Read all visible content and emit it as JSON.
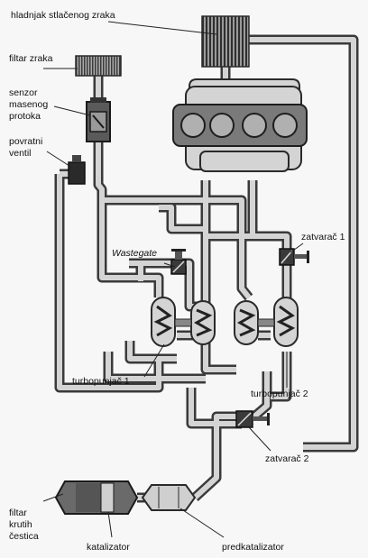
{
  "labels": {
    "intercooler": "hladnjak stlačenog zraka",
    "air_filter": "filtar zraka",
    "mass_sensor_1": "senzor",
    "mass_sensor_2": "masenog",
    "mass_sensor_3": "protoka",
    "check_valve_1": "povratni",
    "check_valve_2": "ventil",
    "wastegate": "Wastegate",
    "flap1": "zatvarač 1",
    "turbo1": "turbopunjač 1",
    "turbo2": "turbopunjač 2",
    "flap2": "zatvarač 2",
    "dpf_1": "filtar",
    "dpf_2": "krutih",
    "dpf_3": "čestica",
    "catalyst": "katalizator",
    "precatalyst": "predkatalizator"
  },
  "colors": {
    "pipe": "#d4d4d4",
    "pipe_edge": "#3a3a3a",
    "component_dark": "#2a2a2a",
    "component_mid": "#8a8a8a",
    "engine_fill": "#c8c8c8"
  }
}
